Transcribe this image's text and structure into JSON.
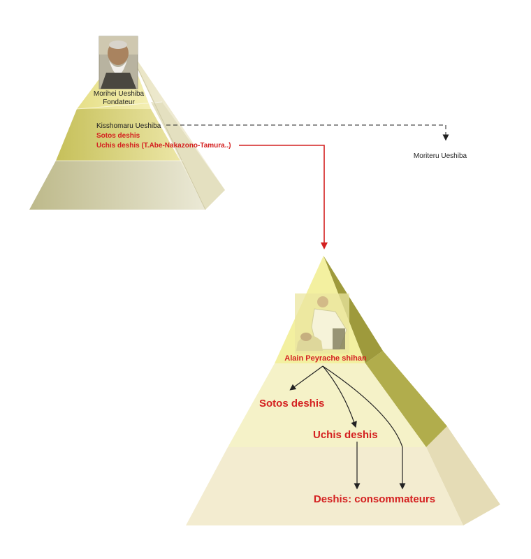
{
  "colors": {
    "red": "#d42020",
    "dark": "#222222",
    "top_yellow": "#f3f0a0",
    "mid_olive": "#c9c46a",
    "light_cream": "#f3ecd0"
  },
  "top_pyramid": {
    "founder_name": "Morihei Ueshiba",
    "founder_title": "Fondateur",
    "tier2_name": "Kisshomaru Ueshiba",
    "tier2_sotos": "Sotos  deshis",
    "tier2_uchis": "Uchis deshis (T.Abe-Nakazono-Tamura..)"
  },
  "side_label": "Moriteru Ueshiba",
  "bottom_pyramid": {
    "apex_label": "Alain Peyrache shihan",
    "sotos": "Sotos  deshis",
    "uchis": "Uchis deshis",
    "consommateurs": "Deshis: consommateurs"
  }
}
